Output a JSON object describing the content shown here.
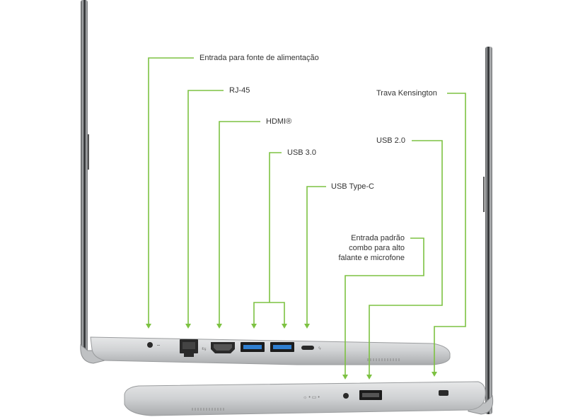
{
  "labels": {
    "power": "Entrada para fonte de alimentação",
    "rj45": "RJ-45",
    "hdmi": "HDMI®",
    "usb3": "USB 3.0",
    "usbc": "USB Type-C",
    "kensington": "Trava Kensington",
    "usb2": "USB 2.0",
    "audio_line1": "Entrada padrão",
    "audio_line2": "combo para alto",
    "audio_line3": "falante e microfone"
  },
  "colors": {
    "callout": "#7dc242",
    "text": "#333333",
    "chassis": "#c9cbcd",
    "port_blue": "#2f7fd0",
    "dark": "#2a2a2a"
  }
}
